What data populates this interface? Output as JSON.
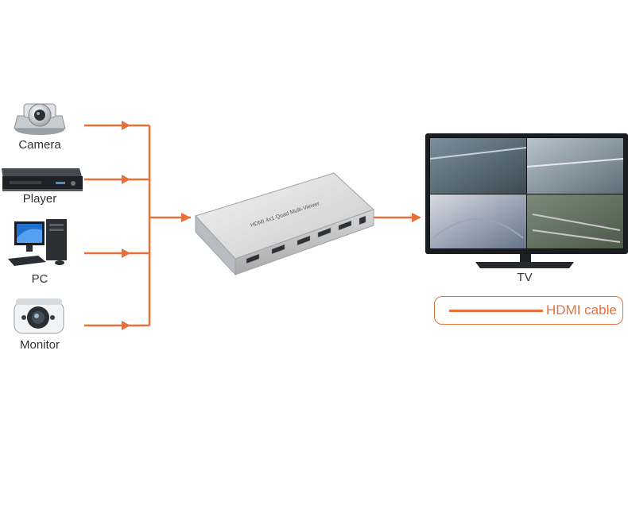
{
  "devices": [
    {
      "id": "camera",
      "label": "Camera",
      "icon": "ptz-camera-icon"
    },
    {
      "id": "player",
      "label": "Player",
      "icon": "media-player-icon"
    },
    {
      "id": "pc",
      "label": "PC",
      "icon": "desktop-pc-icon"
    },
    {
      "id": "monitor",
      "label": "Monitor",
      "icon": "security-camera-icon"
    }
  ],
  "switcher": {
    "label": "HDMI 4x1 Quad Multi-Viewer",
    "icon": "hdmi-multiviewer-icon"
  },
  "display": {
    "label": "TV",
    "icon": "tv-icon"
  },
  "legend": {
    "label": "HDMI cable"
  },
  "colors": {
    "cable": "#e8703a",
    "text": "#333333"
  }
}
